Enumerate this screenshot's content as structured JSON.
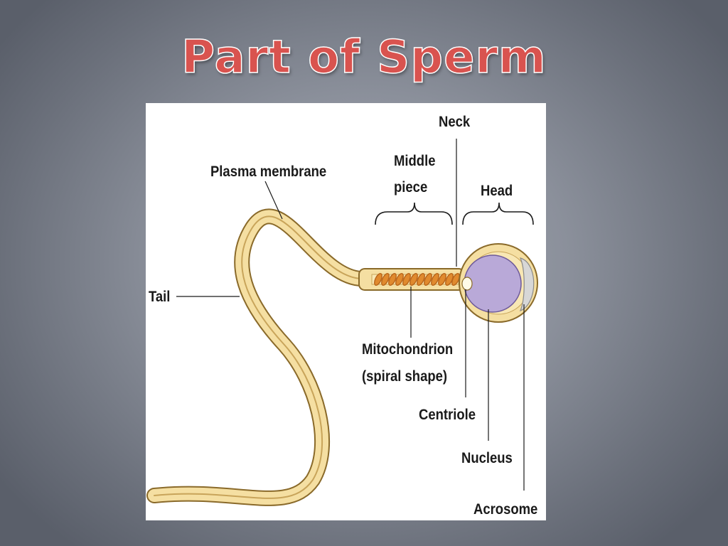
{
  "slide": {
    "title": "Part of Sperm"
  },
  "diagram": {
    "labels": {
      "neck": "Neck",
      "middle_piece_line1": "Middle",
      "middle_piece_line2": "piece",
      "head": "Head",
      "plasma_membrane": "Plasma membrane",
      "tail": "Tail",
      "mitochondrion_line1": "Mitochondrion",
      "mitochondrion_line2": "(spiral shape)",
      "centriole": "Centriole",
      "nucleus": "Nucleus",
      "acrosome": "Acrosome"
    },
    "colors": {
      "membrane_fill": "#f5dfa2",
      "membrane_outline": "#8a6a2a",
      "mitochondrion": "#d8832a",
      "nucleus": "#b9a9d8",
      "acrosome": "#d7d7d7",
      "title": "#d9534f"
    }
  }
}
